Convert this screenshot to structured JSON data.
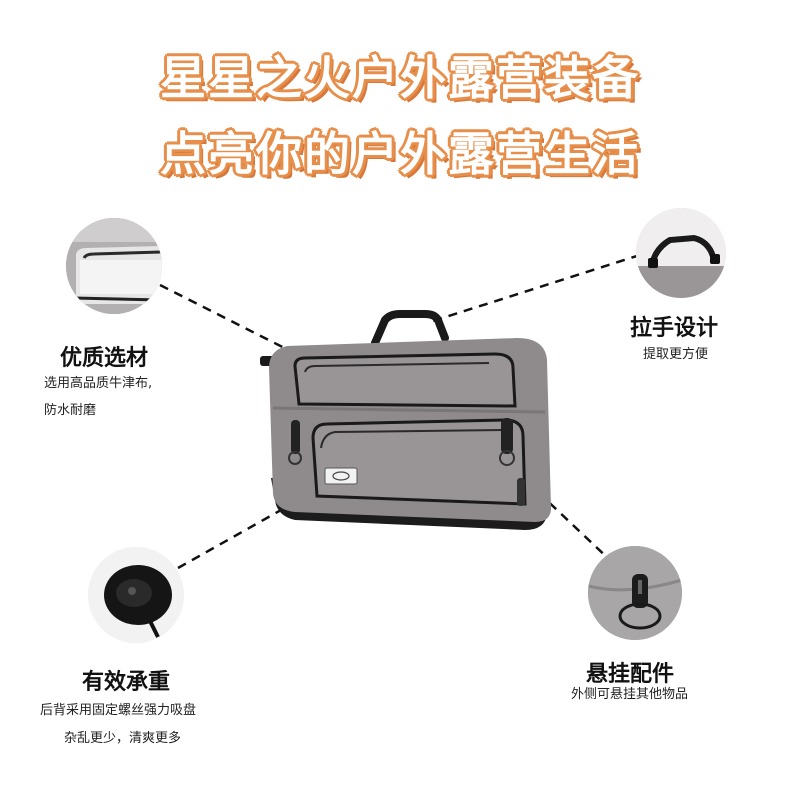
{
  "headline": {
    "line1": "星星之火户外露营装备",
    "line2": "点亮你的户外露营生活"
  },
  "features": {
    "material": {
      "title": "优质选材",
      "desc1": "选用高品质牛津布,",
      "desc2": "防水耐磨"
    },
    "handle": {
      "title": "拉手设计",
      "desc1": "提取更方便"
    },
    "suction": {
      "title": "有效承重",
      "desc1": "后背采用固定螺丝强力吸盘",
      "desc2": "杂乱更少，清爽更多"
    },
    "hook": {
      "title": "悬挂配件",
      "desc1": "外侧可悬挂其他物品"
    }
  },
  "colors": {
    "headline_fill": "#ffffff",
    "headline_outline": "#e78f4a",
    "bag_body": "#8f8b8d",
    "bag_trim": "#1c1c1c"
  }
}
